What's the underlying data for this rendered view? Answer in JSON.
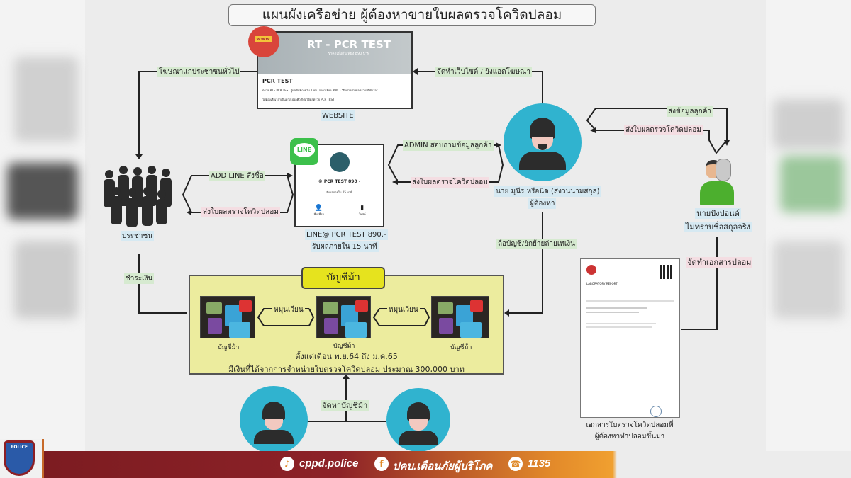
{
  "title": "แผนผังเครือข่าย ผู้ต้องหาขายใบผลตรวจโควิดปลอม",
  "website": {
    "header": "RT - PCR TEST",
    "subheader": "ราคาเริ่มต้นเพียง 890 บาท",
    "heading": "PCR TEST",
    "line1": "ตรวจ RT - PCR TEST รู้ผลทันทีภายใน 1 ชม. ราคาเพียง 890 .- \"รับตัวอย่างผลตรวจฟรีทันใจ\"",
    "line2": "ไม่ต้องเสียเวลาเดินทางไปรอคิว ก็ต่อได้ผลตรวจ PCR TEST",
    "caption": "WEBSITE",
    "icon_text": "www"
  },
  "labels": {
    "advertise": "โฆษณาแก่ประชาชนทั่วไป",
    "make_website": "จัดทำเว็บไซต์ / ยิงแอดโฆษณา",
    "add_line": "ADD LINE สั่งซื้อ",
    "send_fake_1": "ส่งใบผลตรวจโควิดปลอม",
    "admin_ask": "ADMIN สอบถามข้อมูลลูกค้า",
    "send_fake_2": "ส่งใบผลตรวจโควิดปลอม",
    "send_customer": "ส่งข้อมูลลูกค้า",
    "send_fake_3": "ส่งใบผลตรวจโควิดปลอม",
    "pay": "ชำระเงิน",
    "hold_account": "ถือบัญชี/ยักย้ายถ่ายเทเงิน",
    "make_doc": "จัดทำเอกสารปลอม",
    "find_account": "จัดหาบัญชีม้า",
    "rotate_1": "หมุนเวียน",
    "rotate_2": "หมุนเวียน"
  },
  "people": {
    "public": "ประชาชน",
    "suspect_name": "นาย มุนีร หรือนิด (สงวนนามสกุล)",
    "suspect_role": "ผู้ต้องหา",
    "accomplice_name": "นายปังปอนด์",
    "accomplice_note": "ไม่ทราบชื่อสกุลจริง"
  },
  "line_card": {
    "icon_text": "LINE",
    "name": "© PCR TEST 890 -",
    "small": "รับผลภายใน 15 นาที",
    "btn1": "เพิ่มเพื่อน",
    "btn2": "โพสต์",
    "caption1": "LINE@ PCR TEST 890.-",
    "caption2": "รับผลภายใน 15 นาที"
  },
  "mule": {
    "header": "บัญชีม้า",
    "account_labels": [
      "บัญชีม้า",
      "บัญชีม้า",
      "บัญชีม้า"
    ],
    "period": "ตั้งแต่เดือน พ.ย.64 ถึง ม.ค.65",
    "amount": "มีเงินที่ได้จากการจำหน่ายใบตรวจโควิดปลอม ประมาณ 300,000 บาท"
  },
  "document": {
    "title": "LABORATORY REPORT",
    "caption1": "เอกสารใบตรวจโควิดปลอมที่",
    "caption2": "ผู้ต้องหาทำปลอมขึ้นมา"
  },
  "footer": {
    "badge": "POLICE",
    "tiktok": "cppd.police",
    "facebook": "ปคบ.เตือนภัยผู้บริโภค",
    "phone": "1135"
  },
  "colors": {
    "circle": "#30b3cf",
    "mule_bg": "#ecec9e",
    "mule_header": "#e6e31e",
    "footer_start": "#7a1b20",
    "footer_end": "#f0a030"
  }
}
